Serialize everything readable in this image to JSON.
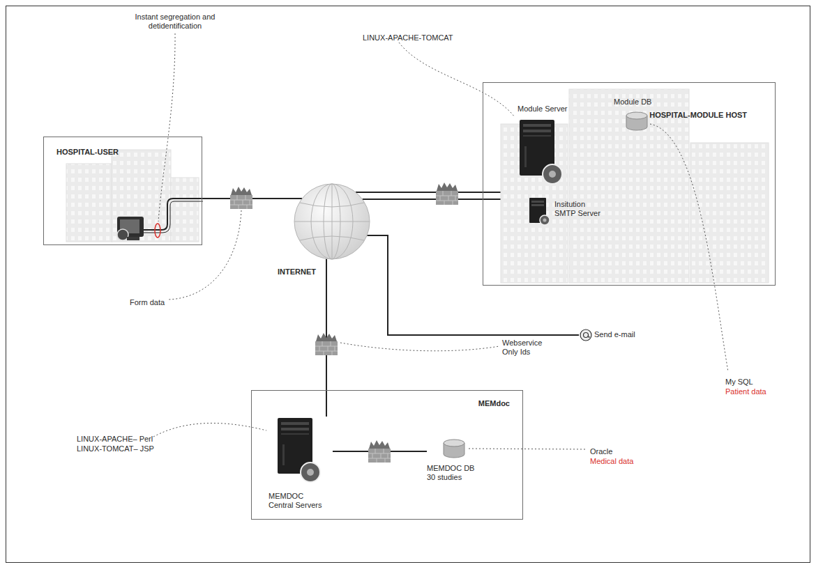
{
  "diagram": {
    "nodes": [
      {
        "text": [
          "HOSPITAL-USER"
        ]
      },
      {
        "text": [
          "HOSPITAL-MODULE HOST"
        ]
      },
      {
        "text": [
          "Module Server"
        ],
        "in": 1
      },
      {
        "text": [
          "Module DB"
        ],
        "in": 1
      },
      {
        "text": [
          "Insitution SMTP Server"
        ],
        "in": 1
      },
      {
        "text": [
          "INTERNET"
        ]
      },
      {
        "text": [
          "Send e-mail"
        ]
      },
      {
        "text": [
          "MEMdoc"
        ]
      },
      {
        "text": [
          "MEMDOC Central Servers"
        ],
        "in": 7
      },
      {
        "text": [
          "MEMDOC DB 30 studies"
        ],
        "in": 7
      }
    ],
    "edges": [
      {
        "from": 0,
        "to": 5,
        "arrow": "none"
      },
      {
        "from": 5,
        "to": 2,
        "arrow": "none"
      },
      {
        "from": 5,
        "to": 4,
        "arrow": "none"
      },
      {
        "from": 5,
        "to": 6,
        "arrow": "none"
      },
      {
        "from": 5,
        "to": 8,
        "arrow": "none"
      },
      {
        "from": 2,
        "to": 3,
        "arrow": "none"
      },
      {
        "from": 8,
        "to": 9,
        "arrow": "none"
      }
    ],
    "labels": [
      "Instant segregation and detidentification",
      "LINUX-APACHE-TOMCAT",
      "Form data",
      "Webservice Only Ids",
      "My SQL",
      "Patient data",
      "LINUX-APACHE– Perl",
      "LINUX-TOMCAT– JSP",
      "Oracle",
      "Medical data"
    ]
  }
}
